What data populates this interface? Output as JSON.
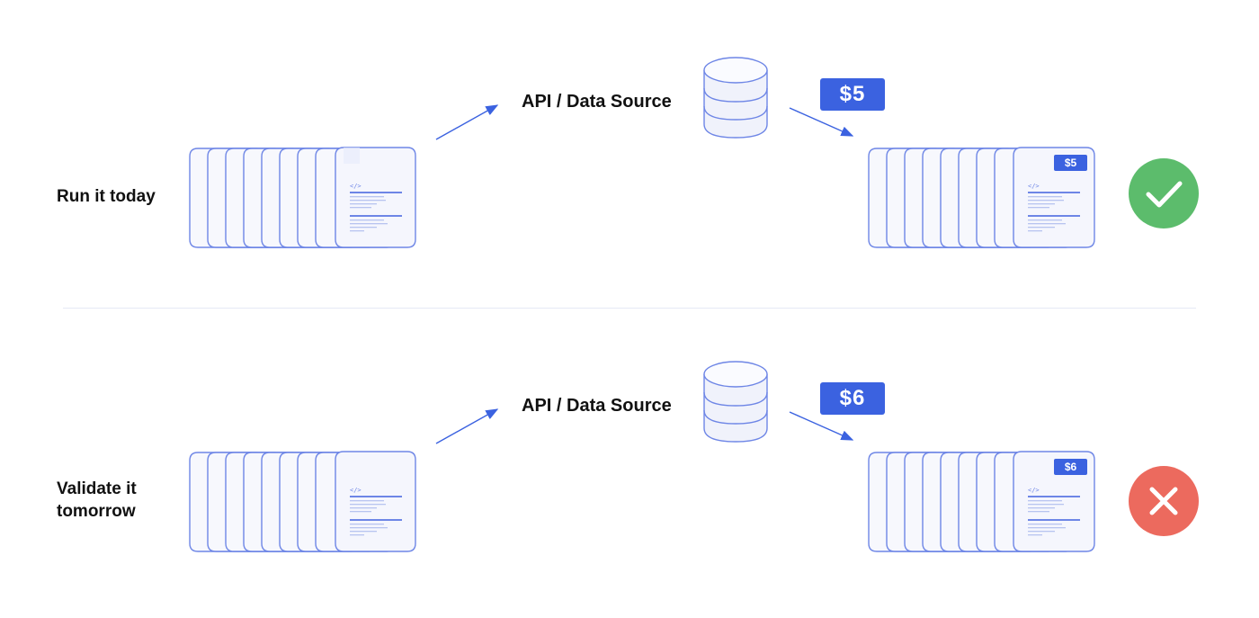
{
  "rows": [
    {
      "label_lines": [
        "Run it today"
      ],
      "api_label": "API / Data Source",
      "price": "$5",
      "status": "success",
      "status_icon": "check-icon"
    },
    {
      "label_lines": [
        "Validate it",
        "tomorrow"
      ],
      "api_label": "API / Data Source",
      "price": "$6",
      "status": "failure",
      "status_icon": "x-icon"
    }
  ],
  "colors": {
    "accent_blue": "#3b62e0",
    "doc_border": "#6e86e6",
    "success_green": "#5cbc6c",
    "failure_red": "#ec6a5e"
  }
}
